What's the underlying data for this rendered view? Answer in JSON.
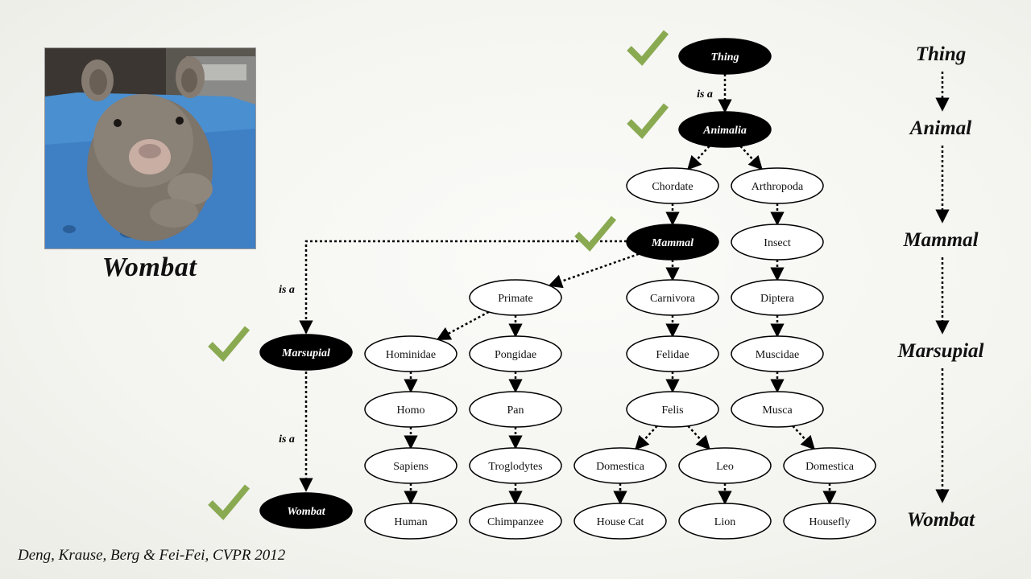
{
  "photo": {
    "alt": "Wombat photo",
    "caption": "Wombat"
  },
  "citation": "Deng, Krause, Berg & Fei-Fei, CVPR 2012",
  "edge_labels": [
    "is a",
    "is a",
    "is a"
  ],
  "nodes": [
    {
      "id": "thing",
      "label": "Thing",
      "highlighted": true
    },
    {
      "id": "animalia",
      "label": "Animalia",
      "highlighted": true
    },
    {
      "id": "chordate",
      "label": "Chordate",
      "highlighted": false
    },
    {
      "id": "arthropoda",
      "label": "Arthropoda",
      "highlighted": false
    },
    {
      "id": "mammal",
      "label": "Mammal",
      "highlighted": true
    },
    {
      "id": "insect",
      "label": "Insect",
      "highlighted": false
    },
    {
      "id": "primate",
      "label": "Primate",
      "highlighted": false
    },
    {
      "id": "carnivora",
      "label": "Carnivora",
      "highlighted": false
    },
    {
      "id": "diptera",
      "label": "Diptera",
      "highlighted": false
    },
    {
      "id": "marsupial",
      "label": "Marsupial",
      "highlighted": true
    },
    {
      "id": "hominidae",
      "label": "Hominidae",
      "highlighted": false
    },
    {
      "id": "pongidae",
      "label": "Pongidae",
      "highlighted": false
    },
    {
      "id": "felidae",
      "label": "Felidae",
      "highlighted": false
    },
    {
      "id": "muscidae",
      "label": "Muscidae",
      "highlighted": false
    },
    {
      "id": "homo",
      "label": "Homo",
      "highlighted": false
    },
    {
      "id": "pan",
      "label": "Pan",
      "highlighted": false
    },
    {
      "id": "felis",
      "label": "Felis",
      "highlighted": false
    },
    {
      "id": "musca",
      "label": "Musca",
      "highlighted": false
    },
    {
      "id": "sapiens",
      "label": "Sapiens",
      "highlighted": false
    },
    {
      "id": "troglodytes",
      "label": "Troglodytes",
      "highlighted": false
    },
    {
      "id": "domestica1",
      "label": "Domestica",
      "highlighted": false
    },
    {
      "id": "leo",
      "label": "Leo",
      "highlighted": false
    },
    {
      "id": "domestica2",
      "label": "Domestica",
      "highlighted": false
    },
    {
      "id": "wombat",
      "label": "Wombat",
      "highlighted": true
    },
    {
      "id": "human",
      "label": "Human",
      "highlighted": false
    },
    {
      "id": "chimpanzee",
      "label": "Chimpanzee",
      "highlighted": false
    },
    {
      "id": "housecat",
      "label": "House Cat",
      "highlighted": false
    },
    {
      "id": "lion",
      "label": "Lion",
      "highlighted": false
    },
    {
      "id": "housefly",
      "label": "Housefly",
      "highlighted": false
    }
  ],
  "edges": [
    [
      "thing",
      "animalia"
    ],
    [
      "animalia",
      "chordate"
    ],
    [
      "animalia",
      "arthropoda"
    ],
    [
      "chordate",
      "mammal"
    ],
    [
      "arthropoda",
      "insect"
    ],
    [
      "mammal",
      "primate"
    ],
    [
      "mammal",
      "carnivora"
    ],
    [
      "insect",
      "diptera"
    ],
    [
      "primate",
      "hominidae"
    ],
    [
      "primate",
      "pongidae"
    ],
    [
      "carnivora",
      "felidae"
    ],
    [
      "diptera",
      "muscidae"
    ],
    [
      "hominidae",
      "homo"
    ],
    [
      "pongidae",
      "pan"
    ],
    [
      "felidae",
      "felis"
    ],
    [
      "muscidae",
      "musca"
    ],
    [
      "homo",
      "sapiens"
    ],
    [
      "pan",
      "troglodytes"
    ],
    [
      "felis",
      "domestica1"
    ],
    [
      "felis",
      "leo"
    ],
    [
      "musca",
      "domestica2"
    ],
    [
      "sapiens",
      "human"
    ],
    [
      "troglodytes",
      "chimpanzee"
    ],
    [
      "domestica1",
      "housecat"
    ],
    [
      "leo",
      "lion"
    ],
    [
      "domestica2",
      "housefly"
    ],
    [
      "mammal",
      "marsupial"
    ],
    [
      "marsupial",
      "wombat"
    ]
  ],
  "checked_nodes": [
    "thing",
    "animalia",
    "mammal",
    "marsupial",
    "wombat"
  ],
  "chain": [
    "Thing",
    "Animal",
    "Mammal",
    "Marsupial",
    "Wombat"
  ],
  "colors": {
    "highlight_fill": "#000000",
    "node_fill": "#ffffff",
    "check": "#8aaa52",
    "text": "#111111"
  }
}
